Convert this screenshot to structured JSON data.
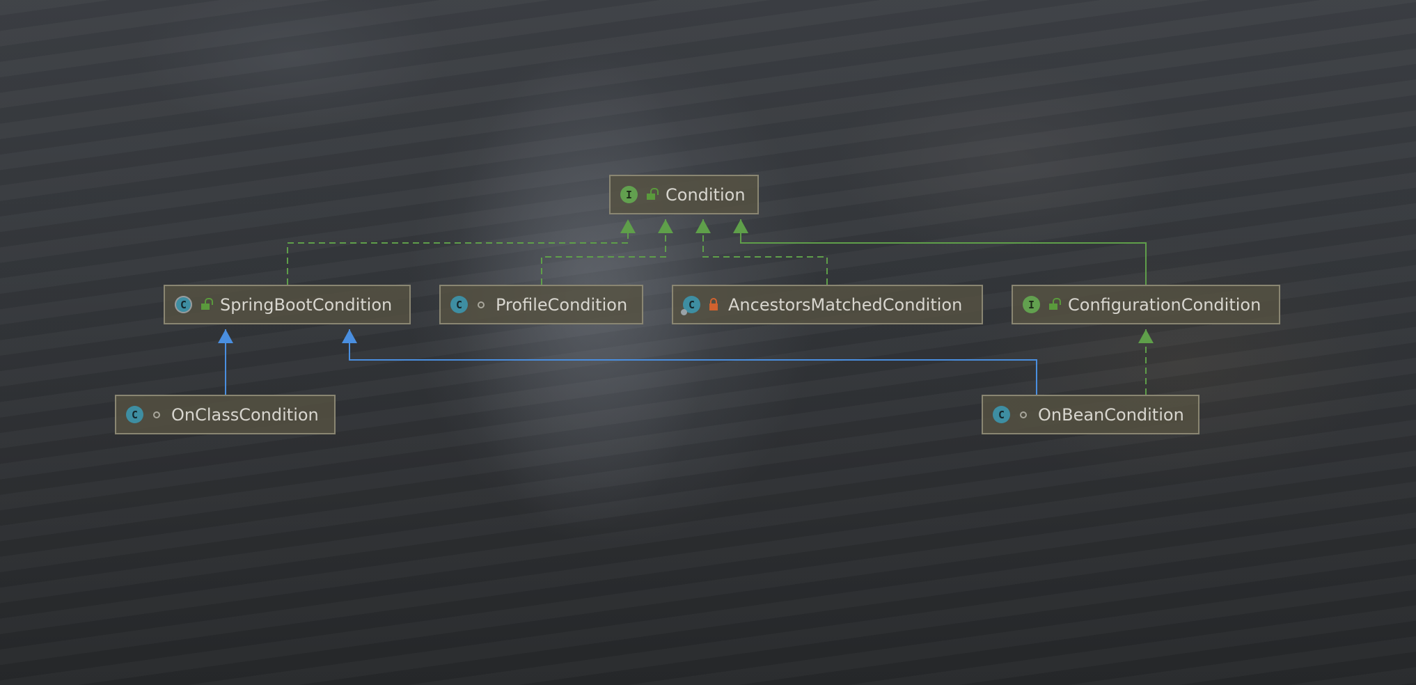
{
  "diagram": {
    "nodes": [
      {
        "id": "condition",
        "label": "Condition",
        "kind": "interface",
        "kind_letter": "I",
        "visibility": "public"
      },
      {
        "id": "spring-boot-condition",
        "label": "SpringBootCondition",
        "kind": "abstract-class",
        "kind_letter": "C",
        "visibility": "public"
      },
      {
        "id": "profile-condition",
        "label": "ProfileCondition",
        "kind": "class",
        "kind_letter": "C",
        "visibility": "package-private"
      },
      {
        "id": "ancestors-matched-condition",
        "label": "AncestorsMatchedCondition",
        "kind": "class",
        "kind_letter": "C",
        "visibility": "private"
      },
      {
        "id": "configuration-condition",
        "label": "ConfigurationCondition",
        "kind": "interface",
        "kind_letter": "I",
        "visibility": "public"
      },
      {
        "id": "on-class-condition",
        "label": "OnClassCondition",
        "kind": "class",
        "kind_letter": "C",
        "visibility": "package-private"
      },
      {
        "id": "on-bean-condition",
        "label": "OnBeanCondition",
        "kind": "class",
        "kind_letter": "C",
        "visibility": "package-private"
      }
    ],
    "edges": [
      {
        "from": "spring-boot-condition",
        "to": "condition",
        "relation": "implements"
      },
      {
        "from": "profile-condition",
        "to": "condition",
        "relation": "implements"
      },
      {
        "from": "ancestors-matched-condition",
        "to": "condition",
        "relation": "implements"
      },
      {
        "from": "configuration-condition",
        "to": "condition",
        "relation": "extends-interface"
      },
      {
        "from": "on-class-condition",
        "to": "spring-boot-condition",
        "relation": "extends"
      },
      {
        "from": "on-bean-condition",
        "to": "spring-boot-condition",
        "relation": "extends"
      },
      {
        "from": "on-bean-condition",
        "to": "configuration-condition",
        "relation": "implements"
      }
    ],
    "colors": {
      "implements": "#5f9f4a",
      "extends-interface": "#5f9f4a",
      "extends": "#4a8fe0",
      "node_fill": "#565242",
      "node_border": "#8a8672"
    }
  }
}
